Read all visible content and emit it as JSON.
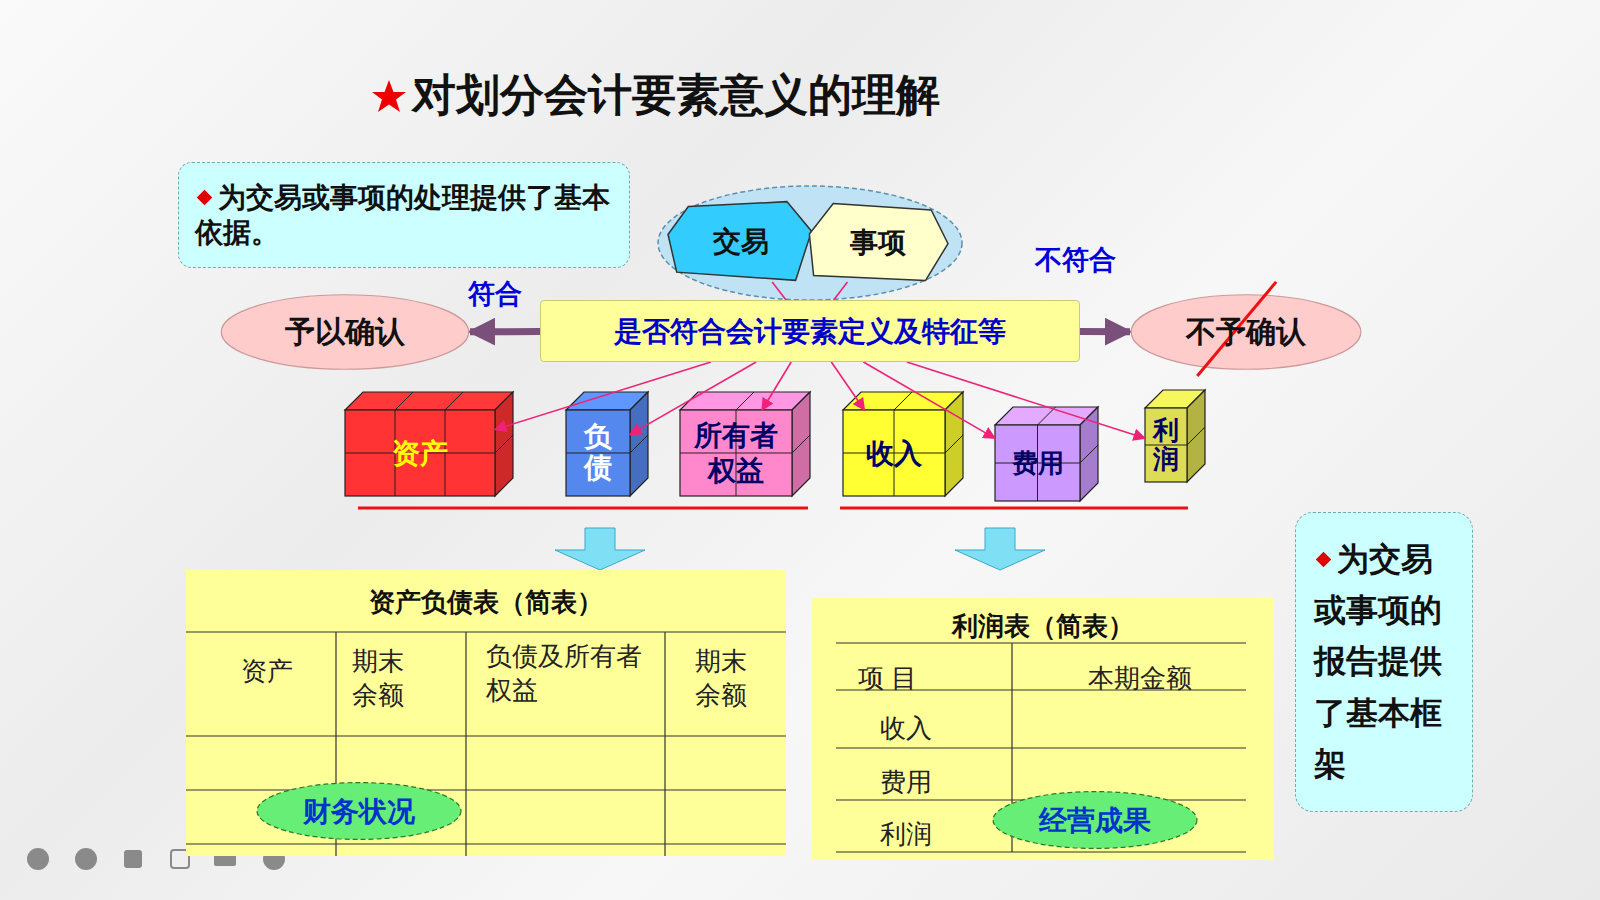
{
  "diagram": {
    "title": "对划分会计要素意义的理解",
    "nodes": [
      {
        "text": [
          "为交易或事项的处理提供了基本依据。"
        ]
      },
      {
        "text": [
          "交易"
        ]
      },
      {
        "text": [
          "事项"
        ]
      },
      {
        "text": [
          "予以确认"
        ]
      },
      {
        "text": [
          "是否符合会计要素定义及特征等"
        ]
      },
      {
        "text": [
          "不予确认"
        ]
      },
      {
        "text": [
          "资产"
        ]
      },
      {
        "text": [
          "负债"
        ]
      },
      {
        "text": [
          "所有者权益"
        ]
      },
      {
        "text": [
          "收入"
        ]
      },
      {
        "text": [
          "费用"
        ]
      },
      {
        "text": [
          "利润"
        ]
      },
      {
        "text": [
          "资产负债表（简表）"
        ]
      },
      {
        "text": [
          "财务状况"
        ],
        "in": 12
      },
      {
        "text": [
          "利润表（简表）"
        ]
      },
      {
        "text": [
          "经营成果"
        ],
        "in": 14
      },
      {
        "text": [
          "为交易或事项的报告提供了基本框架"
        ]
      }
    ],
    "edges": [
      {
        "from": 1,
        "to": 4,
        "arrow": "none"
      },
      {
        "from": 2,
        "to": 4,
        "arrow": "none"
      },
      {
        "from": 4,
        "to": 3,
        "arrow": "to",
        "label": "符合"
      },
      {
        "from": 4,
        "to": 5,
        "arrow": "to",
        "label": "不符合"
      },
      {
        "from": 4,
        "to": 6,
        "arrow": "to"
      },
      {
        "from": 4,
        "to": 7,
        "arrow": "to"
      },
      {
        "from": 4,
        "to": 8,
        "arrow": "to"
      },
      {
        "from": 4,
        "to": 9,
        "arrow": "to"
      },
      {
        "from": 4,
        "to": 10,
        "arrow": "to"
      },
      {
        "from": 4,
        "to": 11,
        "arrow": "to"
      }
    ],
    "labels": [
      "资产",
      "期末余额",
      "负债及所有者权益",
      "期末余额",
      "项 目",
      "本期金额",
      "收入",
      "费用",
      "利润"
    ]
  }
}
